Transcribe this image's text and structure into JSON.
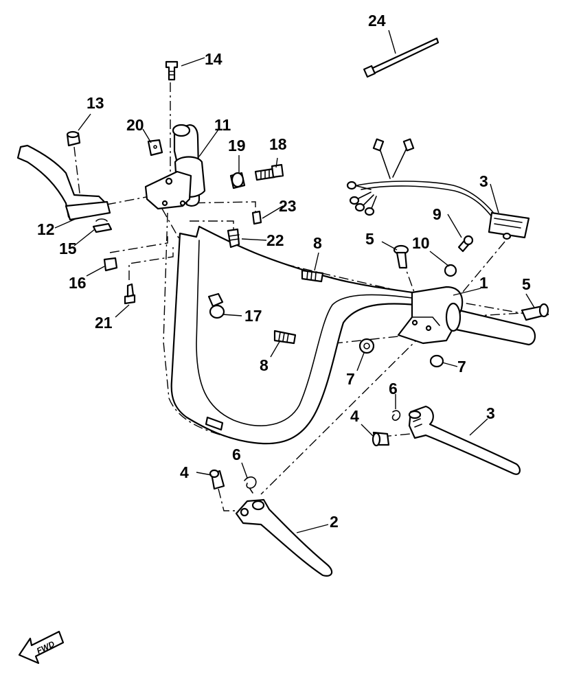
{
  "diagram": {
    "callouts": [
      {
        "id": "c24",
        "label": "24"
      },
      {
        "id": "c14",
        "label": "14"
      },
      {
        "id": "c13",
        "label": "13"
      },
      {
        "id": "c20",
        "label": "20"
      },
      {
        "id": "c11",
        "label": "11"
      },
      {
        "id": "c19",
        "label": "19"
      },
      {
        "id": "c18",
        "label": "18"
      },
      {
        "id": "c3a",
        "label": "3"
      },
      {
        "id": "c9",
        "label": "9"
      },
      {
        "id": "c12",
        "label": "12"
      },
      {
        "id": "c15",
        "label": "15"
      },
      {
        "id": "c23",
        "label": "23"
      },
      {
        "id": "c22",
        "label": "22"
      },
      {
        "id": "c8a",
        "label": "8"
      },
      {
        "id": "c5a",
        "label": "5"
      },
      {
        "id": "c10",
        "label": "10"
      },
      {
        "id": "c16",
        "label": "16"
      },
      {
        "id": "c1",
        "label": "1"
      },
      {
        "id": "c5b",
        "label": "5"
      },
      {
        "id": "c21",
        "label": "21"
      },
      {
        "id": "c17",
        "label": "17"
      },
      {
        "id": "c8b",
        "label": "8"
      },
      {
        "id": "c7a",
        "label": "7"
      },
      {
        "id": "c7b",
        "label": "7"
      },
      {
        "id": "c6a",
        "label": "6"
      },
      {
        "id": "c3b",
        "label": "3"
      },
      {
        "id": "c4a",
        "label": "4"
      },
      {
        "id": "c6b",
        "label": "6"
      },
      {
        "id": "c4b",
        "label": "4"
      },
      {
        "id": "c2",
        "label": "2"
      }
    ],
    "fwd_label": "FWD"
  }
}
